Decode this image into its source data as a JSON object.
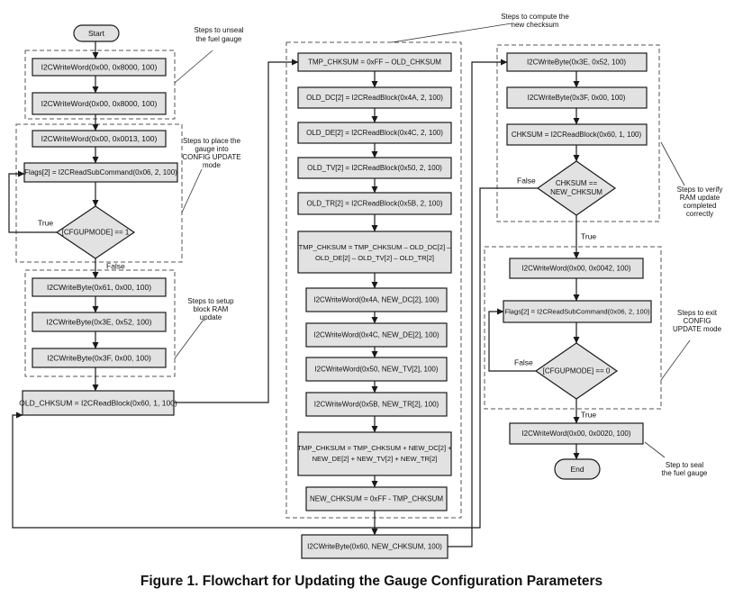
{
  "caption": "Figure 1. Flowchart for Updating the Gauge Configuration Parameters",
  "colors": {
    "box_fill": "#e2e2e2",
    "line": "#1a1a1a",
    "dash": "#555555"
  },
  "terminals": {
    "start": "Start",
    "end": "End"
  },
  "column1": {
    "unseal": [
      "I2CWriteWord(0x00, 0x8000, 100)",
      "I2CWriteWord(0x00, 0x8000, 100)"
    ],
    "config_write": "I2CWriteWord(0x00, 0x0013, 100)",
    "flags_read": "Flags[2] = I2CReadSubCommand(0x06, 2, 100)",
    "decision": "[CFGUPMODE] == 1",
    "true_label": "True",
    "false_label": "False",
    "setup": [
      "I2CWriteByte(0x61, 0x00, 100)",
      "I2CWriteByte(0x3E, 0x52, 100)",
      "I2CWriteByte(0x3F, 0x00, 100)"
    ],
    "old_checksum": "OLD_CHKSUM = I2CReadBlock(0x60, 1, 100)"
  },
  "column2": {
    "tmp1": "TMP_CHKSUM = 0xFF – OLD_CHKSUM",
    "reads": [
      "OLD_DC[2] = I2CReadBlock(0x4A, 2, 100)",
      "OLD_DE[2] = I2CReadBlock(0x4C, 2, 100)",
      "OLD_TV[2] = I2CReadBlock(0x50, 2, 100)",
      "OLD_TR[2] = I2CReadBlock(0x5B, 2, 100)"
    ],
    "tmp2": [
      "TMP_CHKSUM = TMP_CHKSUM – OLD_DC[2] –",
      "OLD_DE[2] – OLD_TV[2] – OLD_TR[2]"
    ],
    "writes": [
      "I2CWriteWord(0x4A, NEW_DC[2], 100)",
      "I2CWriteWord(0x4C, NEW_DE[2], 100)",
      "I2CWriteWord(0x50, NEW_TV[2], 100)",
      "I2CWriteWord(0x5B, NEW_TR[2], 100)"
    ],
    "tmp3": [
      "TMP_CHKSUM = TMP_CHKSUM + NEW_DC[2] +",
      "NEW_DE[2] + NEW_TV[2] + NEW_TR[2]"
    ],
    "new_checksum": "NEW_CHKSUM = 0xFF - TMP_CHKSUM",
    "write_checksum": "I2CWriteByte(0x60, NEW_CHKSUM, 100)"
  },
  "column3": {
    "verify": [
      "I2CWriteByte(0x3E, 0x52, 100)",
      "I2CWriteByte(0x3F, 0x00, 100)",
      "CHKSUM = I2CReadBlock(0x60, 1, 100)"
    ],
    "decision1": [
      "CHKSUM ==",
      "NEW_CHKSUM"
    ],
    "false_label": "False",
    "true_label": "True",
    "exit_write": "I2CWriteWord(0x00, 0x0042, 100)",
    "flags_read": "Flags[2] = I2CReadSubCommand(0x06, 2, 100)",
    "decision2": "[CFGUPMODE] == 0",
    "false_label2": "False",
    "true_label2": "True",
    "seal_write": "I2CWriteWord(0x00, 0x0020, 100)"
  },
  "annotations": {
    "unseal": [
      "Steps to unseal",
      "the fuel gauge"
    ],
    "config": [
      "Steps to place the",
      "gauge into",
      "CONFIG UPDATE",
      "mode"
    ],
    "setup": [
      "Steps to setup",
      "block RAM",
      "update"
    ],
    "compute": [
      "Steps to compute the",
      "new checksum"
    ],
    "verify": [
      "Steps to verify",
      "RAM update",
      "completed",
      "correctly"
    ],
    "exit": [
      "Steps to exit",
      "CONFIG",
      "UPDATE mode"
    ],
    "seal": [
      "Step to seal",
      "the fuel gauge"
    ]
  }
}
